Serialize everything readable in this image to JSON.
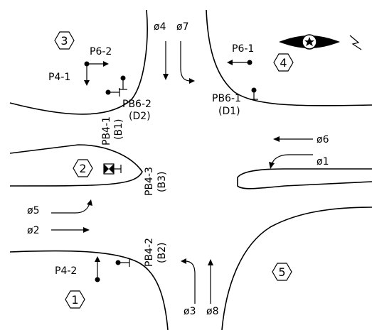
{
  "zones": [
    {
      "id": "3"
    },
    {
      "id": "4"
    },
    {
      "id": "2"
    },
    {
      "id": "1"
    },
    {
      "id": "5"
    }
  ],
  "labels": {
    "phi4": "ø4",
    "phi7": "ø7",
    "phi6": "ø6",
    "phi1": "ø1",
    "phi5": "ø5",
    "phi2": "ø2",
    "phi3": "ø3",
    "phi8": "ø8",
    "p6_2": "P6-2",
    "p4_1": "P4-1",
    "p6_1": "P6-1",
    "p4_2": "P4-2",
    "pb6_2": "PB6-2",
    "d2": "(D2)",
    "pb6_1": "PB6-1",
    "d1": "(D1)",
    "pb4_1": "PB4-1",
    "b1": "(B1)",
    "pb4_3": "PB4-3",
    "b3": "(B3)",
    "pb4_2": "PB4-2",
    "b2": "(B2)"
  },
  "colors": {
    "line": "#000000",
    "background": "#ffffff"
  },
  "icons": [
    "pedestrian-signal-icon",
    "pushbutton-icon",
    "camera-detector-icon",
    "bow-tie-icon",
    "directional-arrow-icon"
  ]
}
